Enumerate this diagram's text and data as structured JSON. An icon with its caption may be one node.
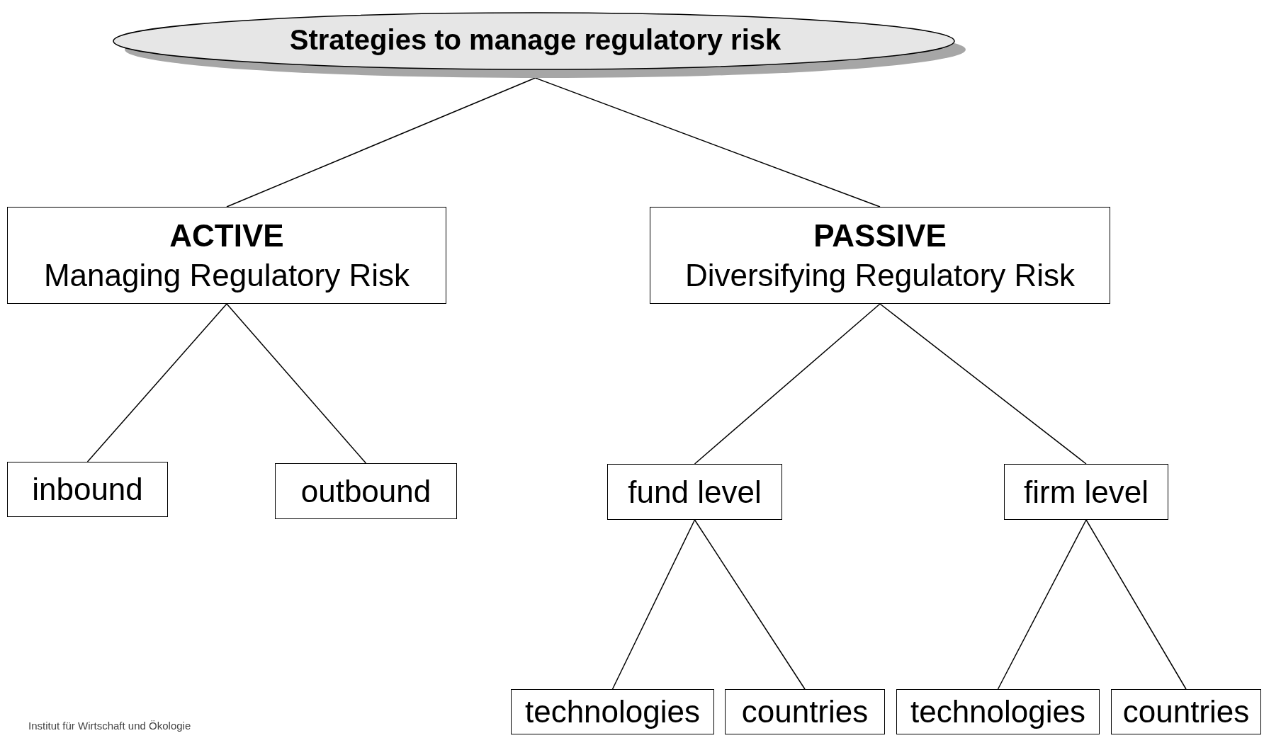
{
  "diagram": {
    "nodes": [
      {
        "text": [
          "Strategies to manage regulatory risk"
        ]
      },
      {
        "text": [
          "ACTIVE",
          "Managing Regulatory Risk"
        ]
      },
      {
        "text": [
          "PASSIVE",
          "Diversifying Regulatory Risk"
        ]
      },
      {
        "text": [
          "inbound"
        ]
      },
      {
        "text": [
          "outbound"
        ]
      },
      {
        "text": [
          "fund level"
        ]
      },
      {
        "text": [
          "firm level"
        ]
      },
      {
        "text": [
          "technologies"
        ]
      },
      {
        "text": [
          "countries"
        ]
      },
      {
        "text": [
          "technologies"
        ]
      },
      {
        "text": [
          "countries"
        ]
      }
    ],
    "edges": [
      {
        "from": 0,
        "to": 1,
        "arrow": "none"
      },
      {
        "from": 0,
        "to": 2,
        "arrow": "none"
      },
      {
        "from": 1,
        "to": 3,
        "arrow": "none"
      },
      {
        "from": 1,
        "to": 4,
        "arrow": "none"
      },
      {
        "from": 2,
        "to": 5,
        "arrow": "none"
      },
      {
        "from": 2,
        "to": 6,
        "arrow": "none"
      },
      {
        "from": 5,
        "to": 7,
        "arrow": "none"
      },
      {
        "from": 5,
        "to": 8,
        "arrow": "none"
      },
      {
        "from": 6,
        "to": 9,
        "arrow": "none"
      },
      {
        "from": 6,
        "to": 10,
        "arrow": "none"
      }
    ],
    "labels": [
      "Institut für Wirtschaft und Ökologie"
    ]
  }
}
